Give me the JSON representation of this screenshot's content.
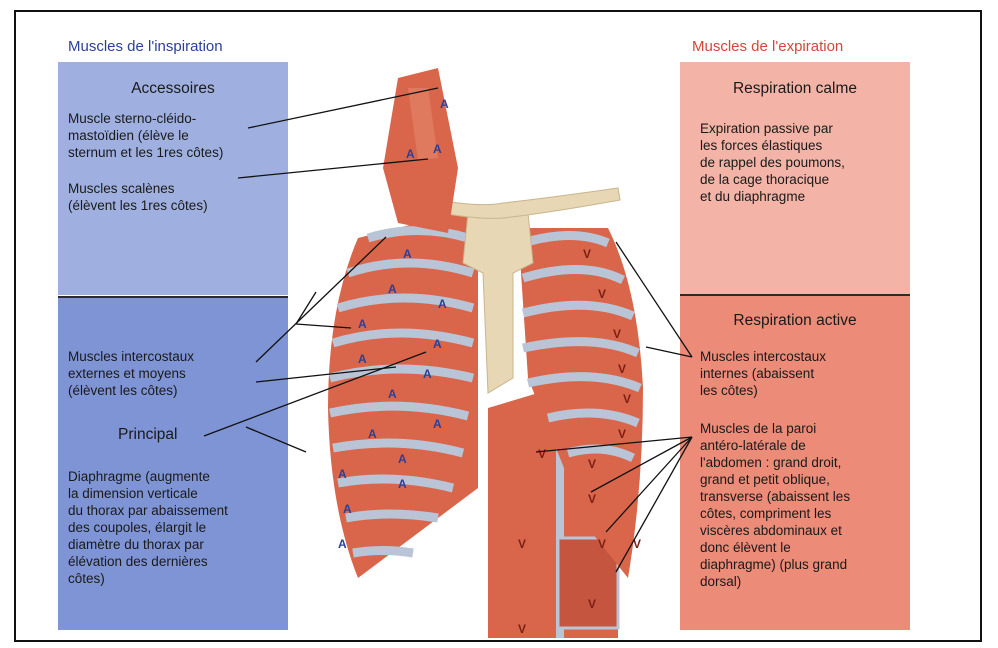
{
  "inspiration": {
    "title": "Muscles de l'inspiration",
    "accessory_heading": "Accessoires",
    "scm_text": "Muscle sterno-cléido-\nmastoïdien (élève le\nsternum et les 1res côtes)",
    "scalene_text": "Muscles scalènes\n(élèvent les 1res côtes)",
    "intercostal_text": "Muscles intercostaux\nexternes et moyens\n(élèvent les côtes)",
    "principal_heading": "Principal",
    "diaphragm_text": "Diaphragme (augmente\nla dimension verticale\ndu thorax par abaissement\ndes coupoles, élargit le\ndiamètre du thorax par\nélévation des dernières\ncôtes)"
  },
  "expiration": {
    "title": "Muscles de l'expiration",
    "calm_heading": "Respiration calme",
    "calm_text": "Expiration passive par\nles forces élastiques\nde rappel des poumons,\nde la cage thoracique\net du diaphragme",
    "active_heading": "Respiration active",
    "internal_intercostal_text": "Muscles intercostaux\ninternes (abaissent\nles côtes)",
    "abdominal_text": "Muscles de la paroi\nantéro-latérale de\nl'abdomen : grand droit,\ngrand et petit oblique,\ntransverse (abaissent les\ncôtes, compriment les\nviscères abdominaux et\ndonc élèvent le\ndiaphragme) (plus grand\ndorsal)"
  },
  "colors": {
    "inspiration_accent": "#2a3f9a",
    "expiration_accent": "#d2473a",
    "muscle": "#d9664a",
    "bone": "#e8d7b4",
    "cartilage": "#b9c4d6"
  }
}
